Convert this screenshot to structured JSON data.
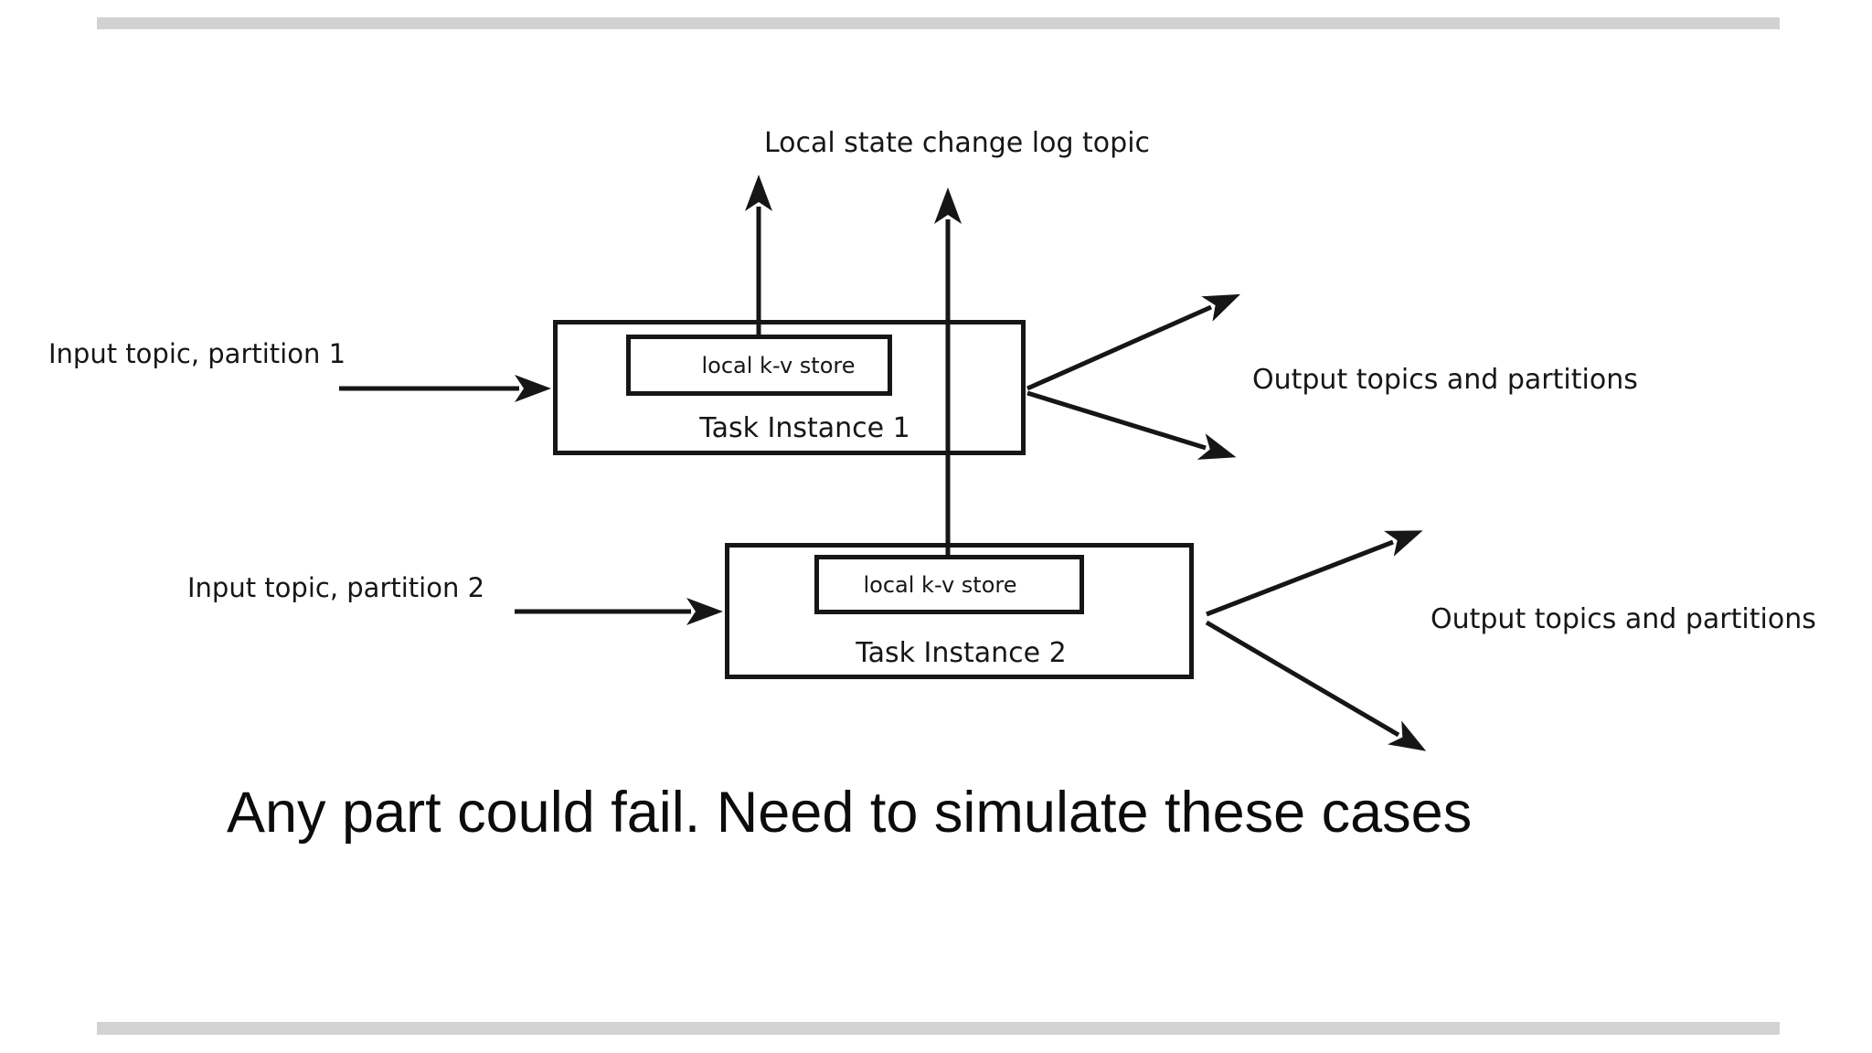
{
  "slide": {
    "caption": "Any part could fail. Need to simulate these cases"
  },
  "diagram": {
    "changelog_label": "Local state change log topic",
    "inputs": [
      {
        "label": "Input topic, partition 1"
      },
      {
        "label": "Input topic, partition 2"
      }
    ],
    "tasks": [
      {
        "title": "Task Instance 1",
        "store": "local k-v store"
      },
      {
        "title": "Task Instance 2",
        "store": "local k-v store"
      }
    ],
    "outputs": [
      {
        "label": "Output topics and partitions"
      },
      {
        "label": "Output topics and partitions"
      }
    ]
  },
  "colors": {
    "ink": "#161616",
    "divider_bar": "#d2d2d2",
    "background": "#ffffff"
  }
}
